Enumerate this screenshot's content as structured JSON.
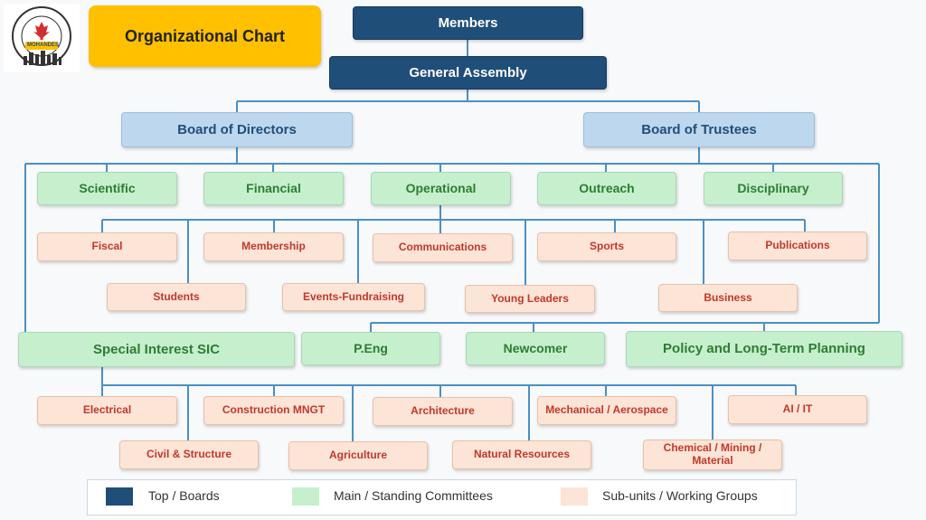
{
  "title": "Organizational Chart",
  "logo": {
    "text": "MOHANDES"
  },
  "top": {
    "members": "Members",
    "assembly": "General Assembly"
  },
  "boards": {
    "directors": "Board of Directors",
    "trustees": "Board of Trustees"
  },
  "committees": [
    "Scientific",
    "Financial",
    "Operational",
    "Outreach",
    "Disciplinary"
  ],
  "ops_units": [
    "Fiscal",
    "Membership",
    "Communications",
    "Sports",
    "Publications",
    "Students",
    "Events-Fundraising",
    "Young Leaders",
    "Business"
  ],
  "standing": [
    "Special Interest SIC",
    "P.Eng",
    "Newcomer",
    "Policy and Long-Term Planning"
  ],
  "sic_units": [
    "Electrical",
    "Construction MNGT",
    "Architecture",
    "Mechanical / Aerospace",
    "AI / IT",
    "Civil & Structure",
    "Agriculture",
    "Natural Resources",
    "Chemical / Mining / Material"
  ],
  "legend": {
    "top": {
      "label": "Top / Boards",
      "color": "#1f4e79"
    },
    "main": {
      "label": "Main / Standing Committees",
      "color": "#c6efce"
    },
    "sub": {
      "label": "Sub-units / Working Groups",
      "color": "#fce4d6"
    }
  },
  "colors": {
    "connector": "#4a90c2",
    "title_bg": "#ffc000"
  }
}
